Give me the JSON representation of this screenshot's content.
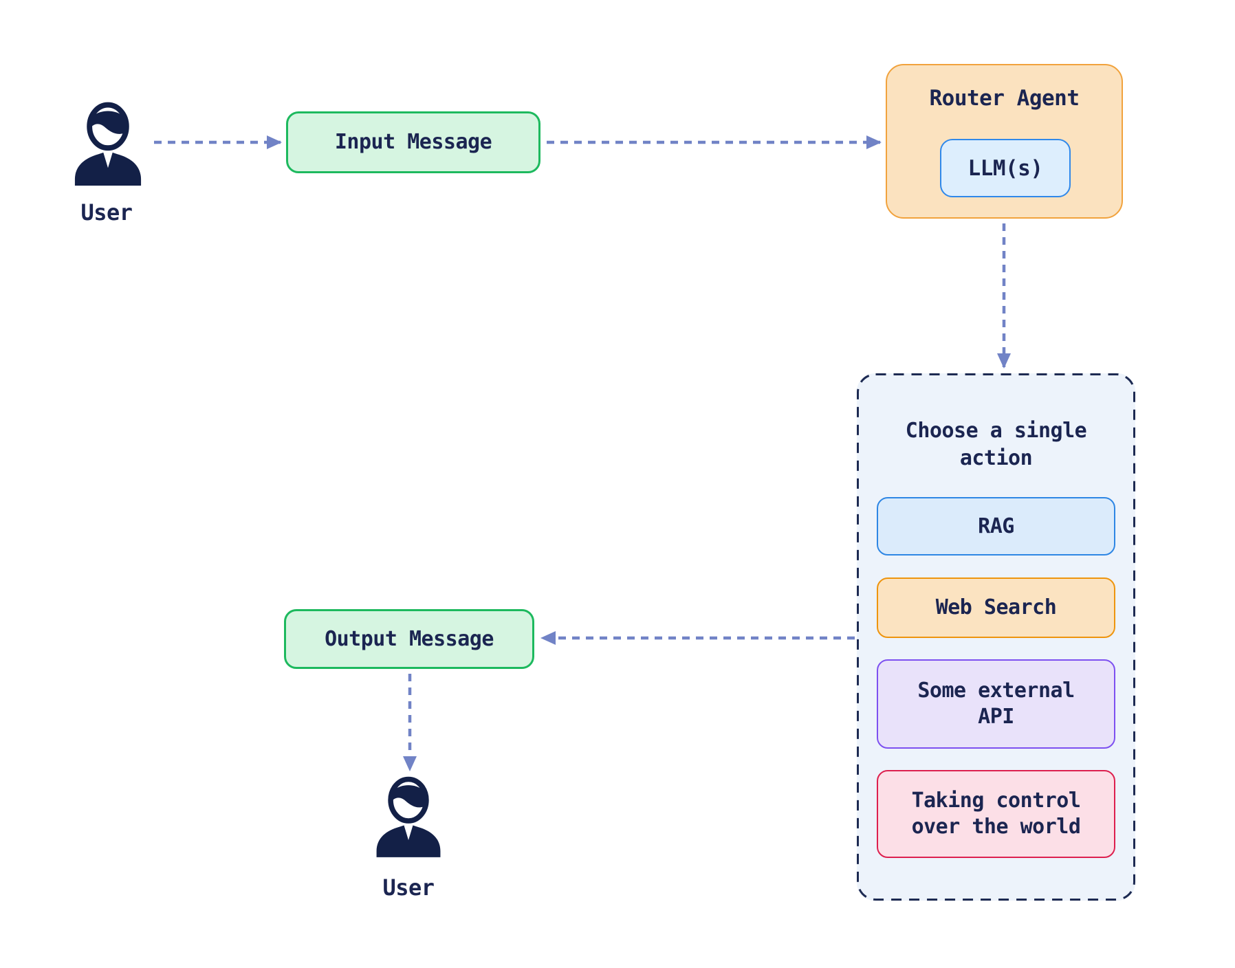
{
  "diagram": {
    "user_top": {
      "label": "User"
    },
    "input_message": {
      "label": "Input Message"
    },
    "router_agent": {
      "title": "Router Agent",
      "llm_label": "LLM(s)"
    },
    "action_group": {
      "title": "Choose a single action",
      "title_lines": [
        "Choose a single",
        "action"
      ],
      "actions": [
        {
          "label": "RAG",
          "color": "blue"
        },
        {
          "label": "Web Search",
          "color": "orange"
        },
        {
          "label": "Some external API",
          "lines": [
            "Some external",
            "API"
          ],
          "color": "purple"
        },
        {
          "label": "Taking control over the world",
          "lines": [
            "Taking control",
            "over the world"
          ],
          "color": "red"
        }
      ]
    },
    "output_message": {
      "label": "Output Message"
    },
    "user_bottom": {
      "label": "User"
    },
    "edges": [
      {
        "from": "User",
        "to": "Input Message",
        "style": "dashed-arrow"
      },
      {
        "from": "Input Message",
        "to": "Router Agent",
        "style": "dashed-arrow"
      },
      {
        "from": "Router Agent",
        "to": "Choose a single action",
        "style": "dashed-arrow"
      },
      {
        "from": "Choose a single action",
        "to": "Output Message",
        "style": "dashed-arrow"
      },
      {
        "from": "Output Message",
        "to": "User",
        "style": "dashed-arrow"
      }
    ],
    "colors": {
      "arrow": "#7183c6",
      "text": "#1b2551",
      "icon": "#132047",
      "green_fill": "#d6f5e1",
      "green_border": "#1db95e",
      "orange_fill": "#fbe3c1",
      "orange_border": "#ee940d",
      "router_fill": "#fbe2bf",
      "router_border": "#f1a23c",
      "blue_fill": "#dbebfb",
      "blue_border": "#2e86e4",
      "llm_fill": "#ddeefd",
      "llm_border": "#2f88ea",
      "purple_fill": "#e9e2fa",
      "purple_border": "#7d50f0",
      "red_fill": "#fcdfe7",
      "red_border": "#dd1f4e",
      "group_fill": "#edf3fb",
      "group_border": "#1d2a52"
    }
  }
}
